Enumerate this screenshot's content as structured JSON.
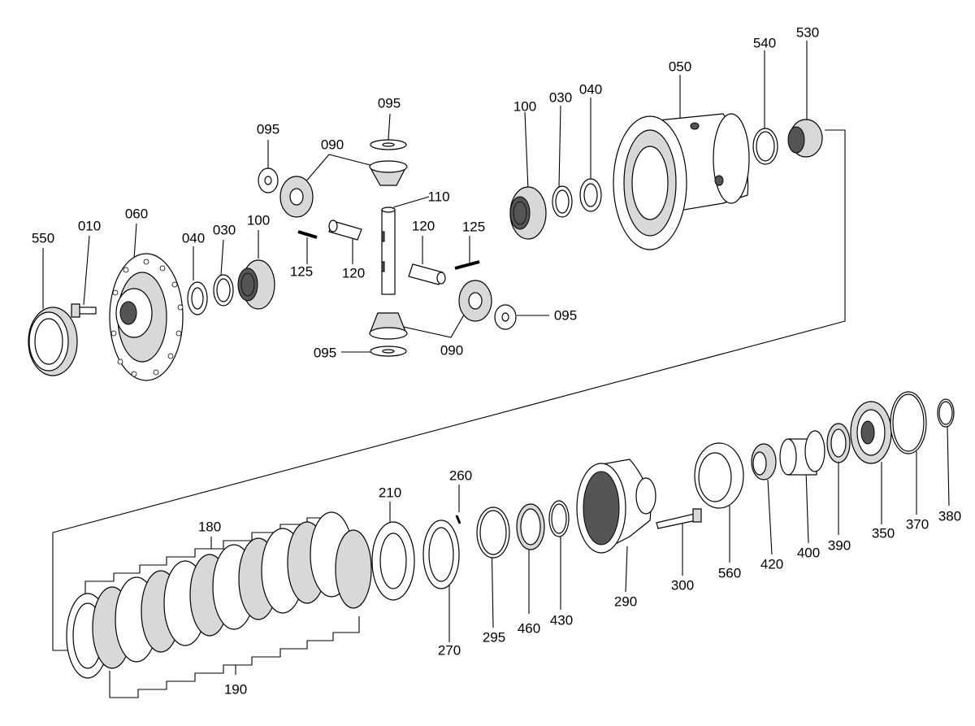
{
  "diagram": {
    "labels": {
      "p550": "550",
      "p010": "010",
      "p060": "060",
      "p040a": "040",
      "p030a": "030",
      "p100a": "100",
      "p095a": "095",
      "p090a": "090",
      "p095b": "095",
      "p110": "110",
      "p125a": "125",
      "p120a": "120",
      "p120b": "120",
      "p125b": "125",
      "p095c": "095",
      "p095d": "095",
      "p090b": "090",
      "p100b": "100",
      "p030b": "030",
      "p040b": "040",
      "p050": "050",
      "p540": "540",
      "p530": "530",
      "p180": "180",
      "p190": "190",
      "p210": "210",
      "p260": "260",
      "p270": "270",
      "p295": "295",
      "p460": "460",
      "p430": "430",
      "p290": "290",
      "p300": "300",
      "p560": "560",
      "p420": "420",
      "p400": "400",
      "p390": "390",
      "p350": "350",
      "p370": "370",
      "p380": "380"
    }
  }
}
